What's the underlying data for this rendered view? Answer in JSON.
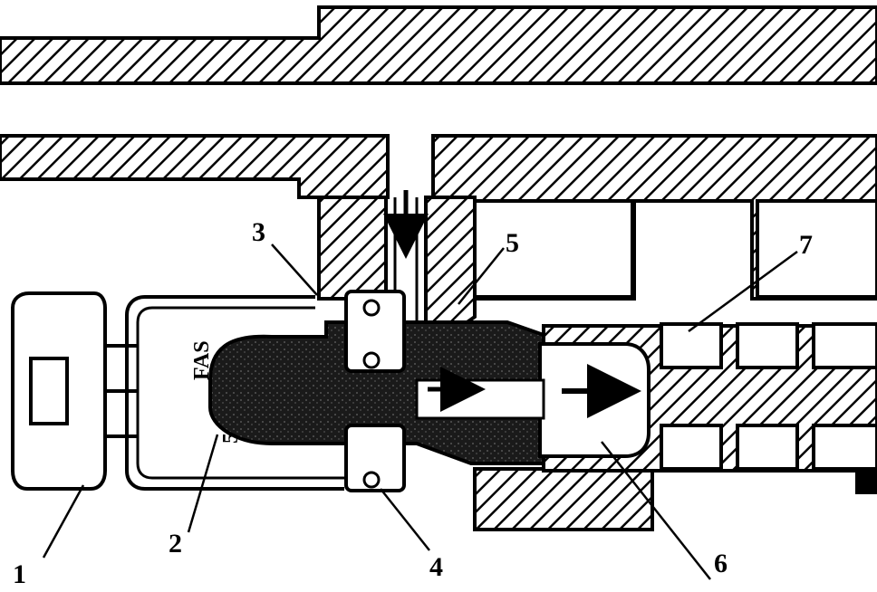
{
  "diagram": {
    "callouts": [
      {
        "id": "1",
        "label": "1"
      },
      {
        "id": "2",
        "label": "2"
      },
      {
        "id": "3",
        "label": "3"
      },
      {
        "id": "4",
        "label": "4"
      },
      {
        "id": "5",
        "label": "5"
      },
      {
        "id": "6",
        "label": "6"
      },
      {
        "id": "7",
        "label": "7"
      }
    ],
    "part_stamp": "FAS",
    "part_mark": "5"
  },
  "colors": {
    "ink": "#000000",
    "paper": "#ffffff",
    "speckle": "#1a1a1a"
  }
}
